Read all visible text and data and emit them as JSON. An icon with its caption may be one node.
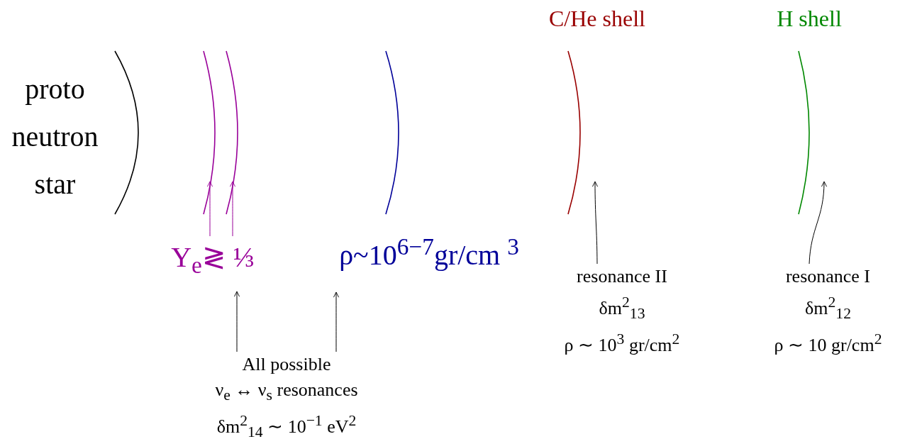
{
  "diagram": {
    "nodes": [
      {
        "text": [],
        "shape": "arc",
        "beside": [
          "proto neutron star"
        ]
      },
      {
        "text": [],
        "shape": "arc"
      },
      {
        "text": [],
        "shape": "arc"
      },
      {
        "text": [],
        "shape": "arc"
      },
      {
        "text": [
          "C/He shell"
        ]
      },
      {
        "text": [
          "H shell"
        ]
      },
      {
        "text": [
          "Y$_{e}$≷ ⅓"
        ]
      },
      {
        "text": [
          "ρ~10$^{6−7}$gr/cm $^{3}$"
        ]
      },
      {
        "text": [
          "resonance II",
          "δm$^{2}$$_{13}$",
          "ρ ∼ 10$^{3}$ gr/cm$^{2}$"
        ]
      },
      {
        "text": [
          "resonance I",
          "δm$^{2}$$_{12}$",
          "ρ ∼ 10 gr/cm$^{2}$"
        ]
      },
      {
        "text": [
          "All possible",
          "ν$_{e}$ ↔ ν$_{s}$ resonances",
          "δm$^{2}$$_{14}$ ∼ 10$^{−1}$ eV$^{2}$"
        ]
      }
    ],
    "edges": [
      {
        "from": 6,
        "to": 1,
        "arrow": "to",
        "color": "#990099"
      },
      {
        "from": 6,
        "to": 2,
        "arrow": "to",
        "color": "#990099"
      },
      {
        "from": 10,
        "to": 6,
        "arrow": "to"
      },
      {
        "from": 10,
        "to": 7,
        "arrow": "to"
      },
      {
        "from": 8,
        "to": 4,
        "arrow": "to"
      },
      {
        "from": 9,
        "to": 5,
        "arrow": "to"
      }
    ]
  }
}
